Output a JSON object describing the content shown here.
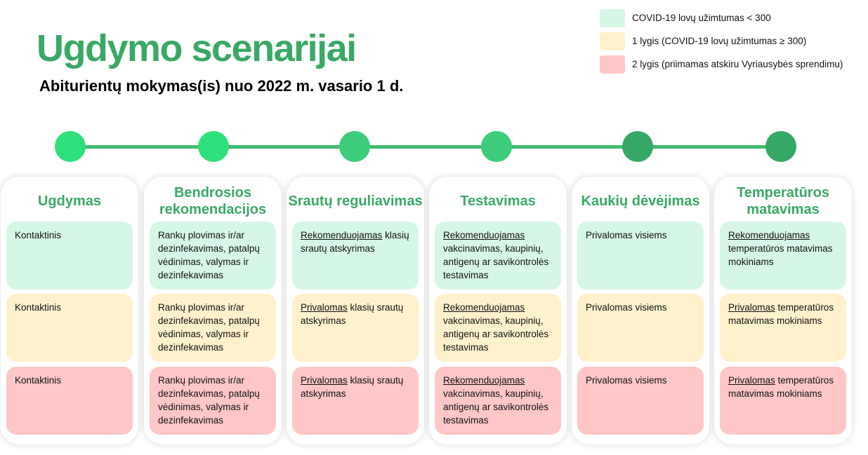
{
  "title": "Ugdymo scenarijai",
  "subtitle": "Abiturientų mokymas(is) nuo 2022 m. vasario 1 d.",
  "legend": [
    {
      "label": "COVID-19 lovų užimtumas < 300",
      "color": "#d6f7e6"
    },
    {
      "label": "1 lygis (COVID-19 lovų užimtumas ≥ 300)",
      "color": "#fff1cc"
    },
    {
      "label": "2 lygis (priimamas atskiru Vyriausybės sprendimu)",
      "color": "#ffc7c7"
    }
  ],
  "timeline_dot_colors": [
    "#2ee07a",
    "#2ee07a",
    "#3ccc7a",
    "#3ccc7a",
    "#35a865",
    "#35a865"
  ],
  "columns": [
    {
      "title": "Ugdymas",
      "cells": [
        {
          "u": "",
          "t": "Kontaktinis"
        },
        {
          "u": "",
          "t": "Kontaktinis"
        },
        {
          "u": "",
          "t": "Kontaktinis"
        }
      ]
    },
    {
      "title": "Bendrosios rekomendacijos",
      "cells": [
        {
          "u": "",
          "t": "Rankų plovimas ir/ar dezinfekavimas, patalpų vėdinimas, valymas ir dezinfekavimas"
        },
        {
          "u": "",
          "t": "Rankų plovimas ir/ar dezinfekavimas, patalpų vėdinimas, valymas ir dezinfekavimas"
        },
        {
          "u": "",
          "t": "Rankų plovimas ir/ar dezinfekavimas, patalpų vėdinimas, valymas ir dezinfekavimas"
        }
      ]
    },
    {
      "title": "Srautų reguliavimas",
      "cells": [
        {
          "u": "Rekomenduojamas",
          "t": " klasių srautų atskyrimas"
        },
        {
          "u": "Privalomas",
          "t": " klasių srautų atskyrimas"
        },
        {
          "u": "Privalomas",
          "t": " klasių srautų atskyrimas"
        }
      ]
    },
    {
      "title": "Testavimas",
      "cells": [
        {
          "u": "Rekomenduojamas",
          "t": " vakcinavimas, kaupinių, antigenų ar savikontrolės testavimas"
        },
        {
          "u": "Rekomenduojamas",
          "t": " vakcinavimas, kaupinių, antigenų ar savikontrolės testavimas"
        },
        {
          "u": "Rekomenduojamas",
          "t": " vakcinavimas, kaupinių, antigenų ar savikontrolės testavimas"
        }
      ]
    },
    {
      "title": "Kaukių dėvėjimas",
      "cells": [
        {
          "u": "",
          "t": "Privalomas visiems"
        },
        {
          "u": "",
          "t": "Privalomas visiems"
        },
        {
          "u": "",
          "t": "Privalomas visiems"
        }
      ]
    },
    {
      "title": "Temperatūros matavimas",
      "cells": [
        {
          "u": "Rekomenduojamas",
          "t": " temperatūros matavimas mokiniams"
        },
        {
          "u": "Privalomas",
          "t": " temperatūros matavimas mokiniams"
        },
        {
          "u": "Privalomas",
          "t": " temperatūros matavimas mokiniams"
        }
      ]
    }
  ]
}
